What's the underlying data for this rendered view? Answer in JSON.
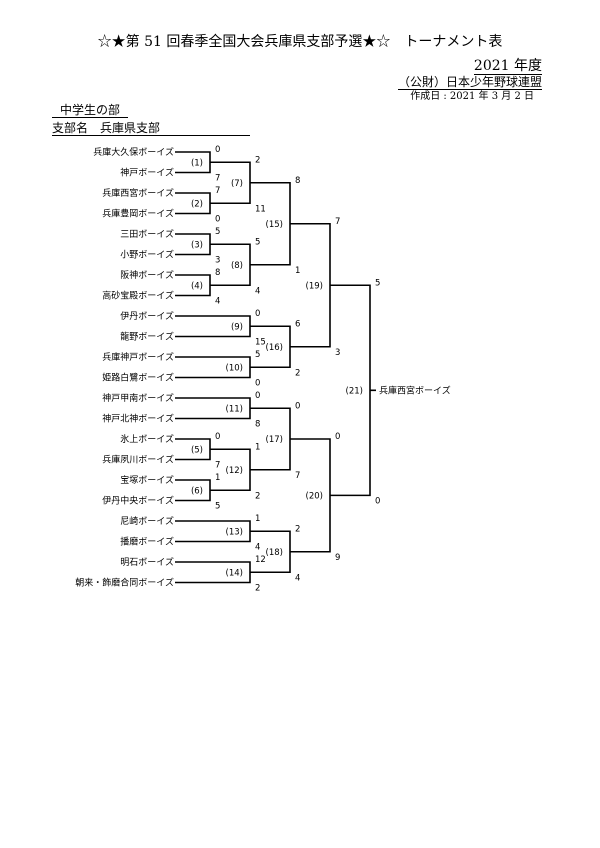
{
  "header": {
    "title": "☆★第 51 回春季全国大会兵庫県支部予選★☆　トーナメント表",
    "year": "2021 年度",
    "organization": "（公財）日本少年野球連盟",
    "created": "作成日 : 2021 年 3 月 2 日",
    "division": "中学生の部",
    "branch": "支部名　兵庫県支部"
  },
  "teams": [
    "兵庫大久保ボーイズ",
    "神戸ボーイズ",
    "兵庫西宮ボーイズ",
    "兵庫豊岡ボーイズ",
    "三田ボーイズ",
    "小野ボーイズ",
    "阪神ボーイズ",
    "高砂宝殿ボーイズ",
    "伊丹ボーイズ",
    "龍野ボーイズ",
    "兵庫神戸ボーイズ",
    "姫路白鷺ボーイズ",
    "神戸甲南ボーイズ",
    "神戸北神ボーイズ",
    "氷上ボーイズ",
    "兵庫夙川ボーイズ",
    "宝塚ボーイズ",
    "伊丹中央ボーイズ",
    "尼崎ボーイズ",
    "播磨ボーイズ",
    "明石ボーイズ",
    "朝来・飾磨合同ボーイズ"
  ],
  "matches": [
    {
      "label": "(1)",
      "scores": [
        "0",
        "7"
      ]
    },
    {
      "label": "(2)",
      "scores": [
        "7",
        "0"
      ]
    },
    {
      "label": "(3)",
      "scores": [
        "5",
        "3"
      ]
    },
    {
      "label": "(4)",
      "scores": [
        "8",
        "4"
      ]
    },
    {
      "label": "(5)",
      "scores": [
        "0",
        "7"
      ]
    },
    {
      "label": "(6)",
      "scores": [
        "1",
        "5"
      ]
    },
    {
      "label": "(7)",
      "scores": [
        "2",
        "11"
      ]
    },
    {
      "label": "(8)",
      "scores": [
        "5",
        "4"
      ]
    },
    {
      "label": "(9)",
      "scores": [
        "0",
        "15"
      ]
    },
    {
      "label": "(10)",
      "scores": [
        "5",
        "0"
      ]
    },
    {
      "label": "(11)",
      "scores": [
        "0",
        "8"
      ]
    },
    {
      "label": "(12)",
      "scores": [
        "1",
        "2"
      ]
    },
    {
      "label": "(13)",
      "scores": [
        "1",
        "4"
      ]
    },
    {
      "label": "(14)",
      "scores": [
        "12",
        "2"
      ]
    },
    {
      "label": "(15)",
      "scores": [
        "8",
        "1"
      ]
    },
    {
      "label": "(16)",
      "scores": [
        "6",
        "2"
      ]
    },
    {
      "label": "(17)",
      "scores": [
        "0",
        "7"
      ]
    },
    {
      "label": "(18)",
      "scores": [
        "2",
        "4"
      ]
    },
    {
      "label": "(19)",
      "scores": [
        "7",
        "3"
      ]
    },
    {
      "label": "(20)",
      "scores": [
        "0",
        "9"
      ]
    },
    {
      "label": "(21)",
      "scores": [
        "5",
        "0"
      ]
    }
  ],
  "champion": "兵庫西宮ボーイズ"
}
